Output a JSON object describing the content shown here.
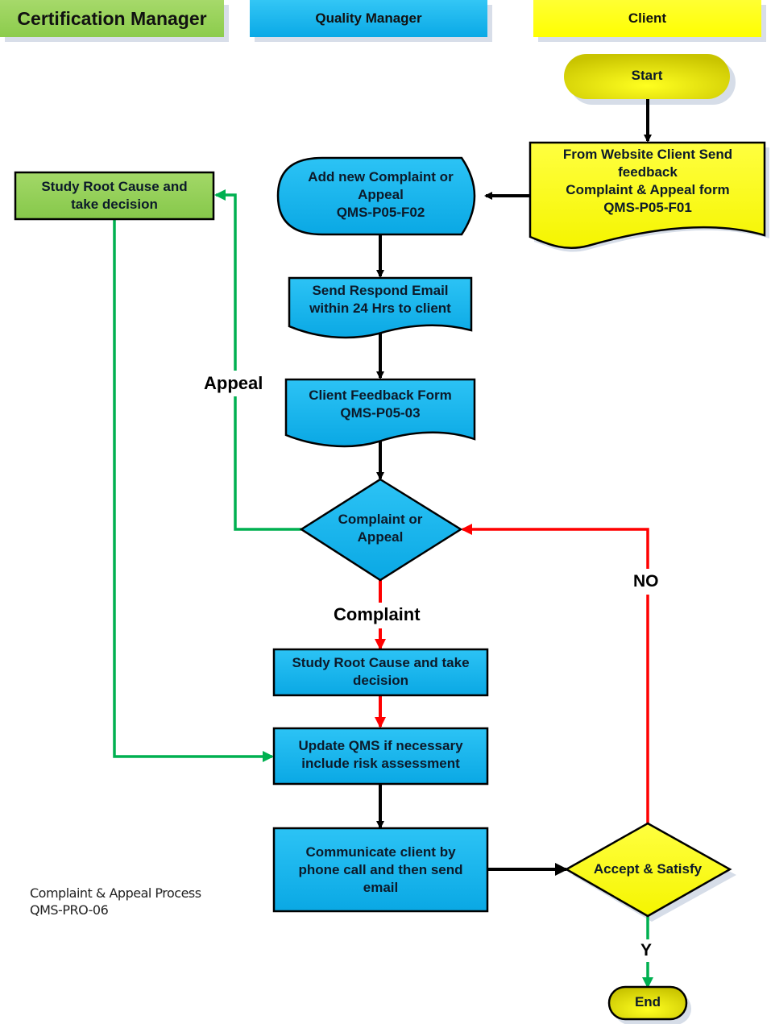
{
  "lanes": [
    {
      "id": "cert",
      "label": "Certification Manager",
      "color": "#92d050"
    },
    {
      "id": "qm",
      "label": "Quality Manager",
      "color": "#12b3ec"
    },
    {
      "id": "client",
      "label": "Client",
      "color": "#ffff00"
    }
  ],
  "nodes": {
    "start": {
      "label": "Start",
      "shape": "terminator",
      "lane": "client"
    },
    "client_feedback": {
      "label": "From Website Client Send feedback\nComplaint & Appeal form\nQMS-P05-F01",
      "shape": "document",
      "lane": "client"
    },
    "add_new": {
      "label": "Add new Complaint or\nAppeal\nQMS-P05-F02",
      "shape": "display",
      "lane": "qm"
    },
    "send_email": {
      "label": "Send Respond Email\nwithin 24 Hrs to client",
      "shape": "document",
      "lane": "qm"
    },
    "feedback_form": {
      "label": "Client Feedback Form\nQMS-P05-03",
      "shape": "document",
      "lane": "qm"
    },
    "decision_type": {
      "label": "Complaint or\nAppeal",
      "shape": "decision",
      "lane": "qm"
    },
    "study_cert": {
      "label": "Study Root Cause and\ntake decision",
      "shape": "process",
      "lane": "cert"
    },
    "study_qm": {
      "label": "Study Root Cause and take\ndecision",
      "shape": "process",
      "lane": "qm"
    },
    "update_qms": {
      "label": "Update QMS if necessary\ninclude risk assessment",
      "shape": "process",
      "lane": "qm"
    },
    "communicate": {
      "label": "Communicate client by\nphone call and then send\nemail",
      "shape": "process",
      "lane": "qm"
    },
    "accept": {
      "label": "Accept & Satisfy",
      "shape": "decision",
      "lane": "client"
    },
    "end": {
      "label": "End",
      "shape": "terminator",
      "lane": "client"
    }
  },
  "edges": [
    {
      "from": "start",
      "to": "client_feedback",
      "label": "",
      "color": "#000000"
    },
    {
      "from": "client_feedback",
      "to": "add_new",
      "label": "",
      "color": "#000000"
    },
    {
      "from": "add_new",
      "to": "send_email",
      "label": "",
      "color": "#000000"
    },
    {
      "from": "send_email",
      "to": "feedback_form",
      "label": "",
      "color": "#000000"
    },
    {
      "from": "feedback_form",
      "to": "decision_type",
      "label": "",
      "color": "#000000"
    },
    {
      "from": "decision_type",
      "to": "study_cert",
      "label": "Appeal",
      "color": "#00b050"
    },
    {
      "from": "decision_type",
      "to": "study_qm",
      "label": "Complaint",
      "color": "#ff0000"
    },
    {
      "from": "study_qm",
      "to": "update_qms",
      "label": "",
      "color": "#ff0000"
    },
    {
      "from": "study_cert",
      "to": "update_qms",
      "label": "",
      "color": "#00b050"
    },
    {
      "from": "update_qms",
      "to": "communicate",
      "label": "",
      "color": "#000000"
    },
    {
      "from": "communicate",
      "to": "accept",
      "label": "",
      "color": "#000000"
    },
    {
      "from": "accept",
      "to": "decision_type",
      "label": "NO",
      "color": "#ff0000"
    },
    {
      "from": "accept",
      "to": "end",
      "label": "Y",
      "color": "#00b050"
    }
  ],
  "footer": {
    "text": "Complaint & Appeal Process\nQMS-PRO-06"
  }
}
